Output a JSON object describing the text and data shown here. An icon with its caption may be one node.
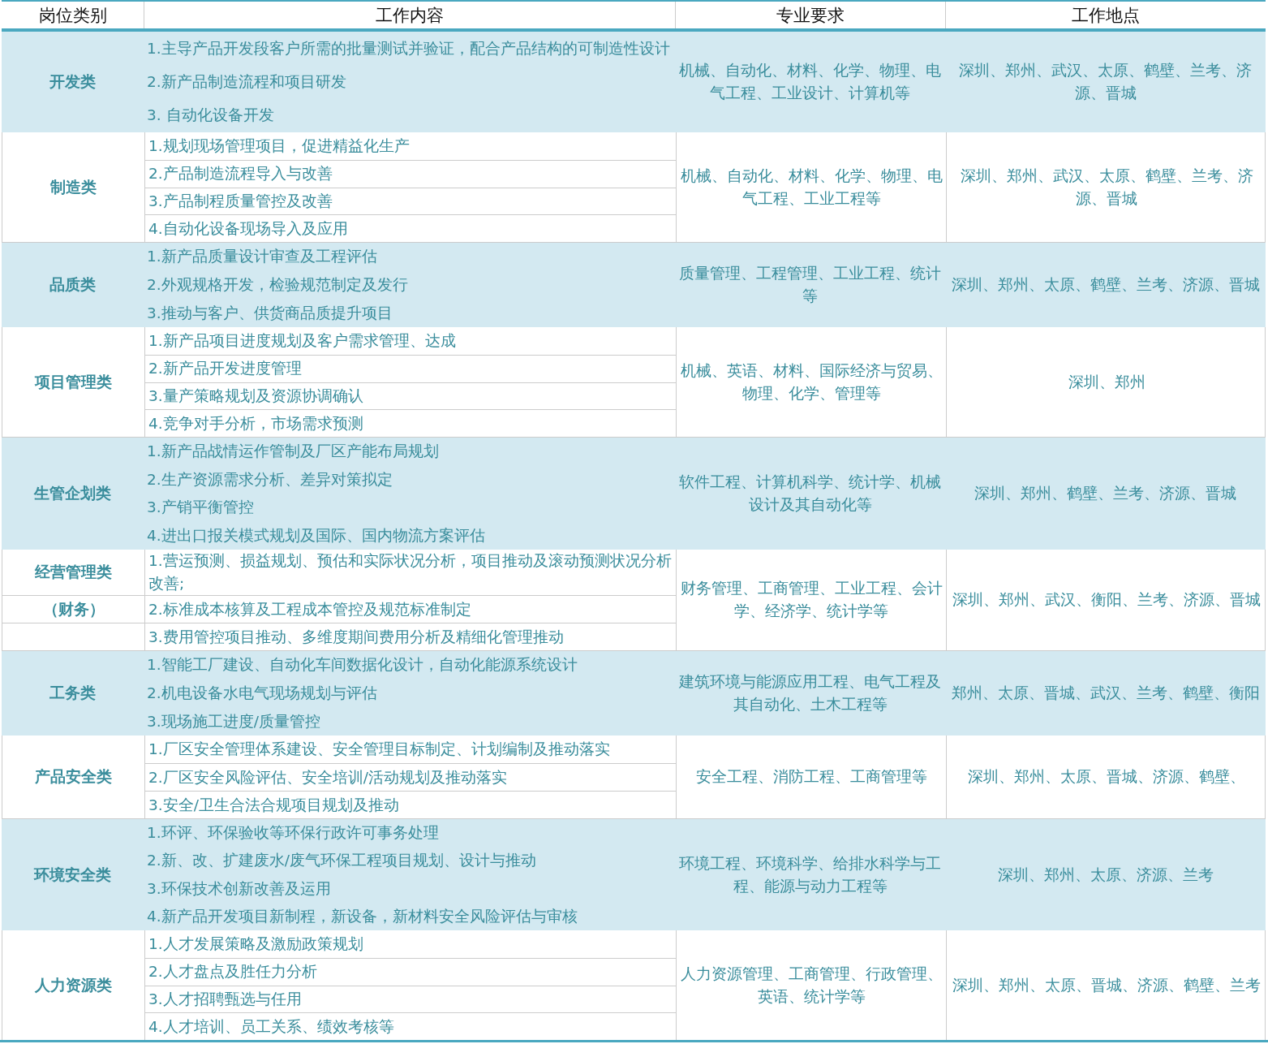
{
  "diagram": {
    "labels": [
      "岗位类别",
      "工作内容",
      "专业要求",
      "工作地点",
      "开发类",
      "1.主导产品开发段客户所需的批量测试并验证，配合产品结构的可制造性设计",
      "2.新产品制造流程和项目研发",
      "3. 自动化设备开发",
      "机械、自动化、材料、化学、物理、电气工程、工业设计、计算机等",
      "深圳、郑州、武汉、太原、鹤壁、兰考、济源、晋城",
      "制造类",
      "1.规划现场管理项目，促进精益化生产",
      "2.产品制造流程导入与改善",
      "3.产品制程质量管控及改善",
      "4.自动化设备现场导入及应用",
      "机械、自动化、材料、化学、物理、电气工程、工业工程等",
      "深圳、郑州、武汉、太原、鹤壁、兰考、济源、晋城",
      "品质类",
      "1.新产品质量设计审查及工程评估",
      "2.外观规格开发，检验规范制定及发行",
      "3.推动与客户、供货商品质提升项目",
      "质量管理、工程管理、工业工程、统计等",
      "深圳、郑州、太原、鹤壁、兰考、济源、晋城",
      "项目管理类",
      "1.新产品项目进度规划及客户需求管理、达成",
      "2.新产品开发进度管理",
      "3.量产策略规划及资源协调确认",
      "4.竞争对手分析，市场需求预测",
      "机械、英语、材料、国际经济与贸易、物理、化学、管理等",
      "深圳、郑州",
      "生管企划类",
      "1.新产品战情运作管制及厂区产能布局规划",
      "2.生产资源需求分析、差异对策拟定",
      "3.产销平衡管控",
      "4.进出口报关模式规划及国际、国内物流方案评估",
      "软件工程、计算机科学、统计学、机械设计及其自动化等",
      "深圳、郑州、鹤壁、兰考、济源、晋城",
      "经营管理类",
      "（财务）",
      "1.营运预测、损益规划、预估和实际状况分析，项目推动及滚动预测状况分析改善;",
      "2.标准成本核算及工程成本管控及规范标准制定",
      "3.费用管控项目推动、多维度期间费用分析及精细化管理推动",
      "财务管理、工商管理、工业工程、会计学、经济学、统计学等",
      "深圳、郑州、武汉、衡阳、兰考、济源、晋城",
      "工务类",
      "1.智能工厂建设、自动化车间数据化设计，自动化能源系统设计",
      "2.机电设备水电气现场规划与评估",
      "3.现场施工进度/质量管控",
      "建筑环境与能源应用工程、电气工程及其自动化、土木工程等",
      "郑州、太原、晋城、武汉、兰考、鹤壁、衡阳",
      "产品安全类",
      "1.厂区安全管理体系建设、安全管理目标制定、计划编制及推动落实",
      "2.厂区安全风险评估、安全培训/活动规划及推动落实",
      "3.安全/卫生合法合规项目规划及推动",
      "安全工程、消防工程、工商管理等",
      "深圳、郑州、太原、晋城、济源、鹤壁、",
      "环境安全类",
      "1.环评、环保验收等环保行政许可事务处理",
      "2.新、改、扩建废水/废气环保工程项目规划、设计与推动",
      "3.环保技术创新改善及运用",
      "4.新产品开发项目新制程，新设备，新材料安全风险评估与审核",
      "环境工程、环境科学、给排水科学与工程、能源与动力工程等",
      "深圳、郑州、太原、济源、兰考",
      "人力资源类",
      "1.人才发展策略及激励政策规划",
      "2.人才盘点及胜任力分析",
      "3.人才招聘甄选与任用",
      "4.人才培训、员工关系、绩效考核等",
      "人力资源管理、工商管理、行政管理、英语、统计学等",
      "深圳、郑州、太原、晋城、济源、鹤壁、兰考"
    ]
  }
}
